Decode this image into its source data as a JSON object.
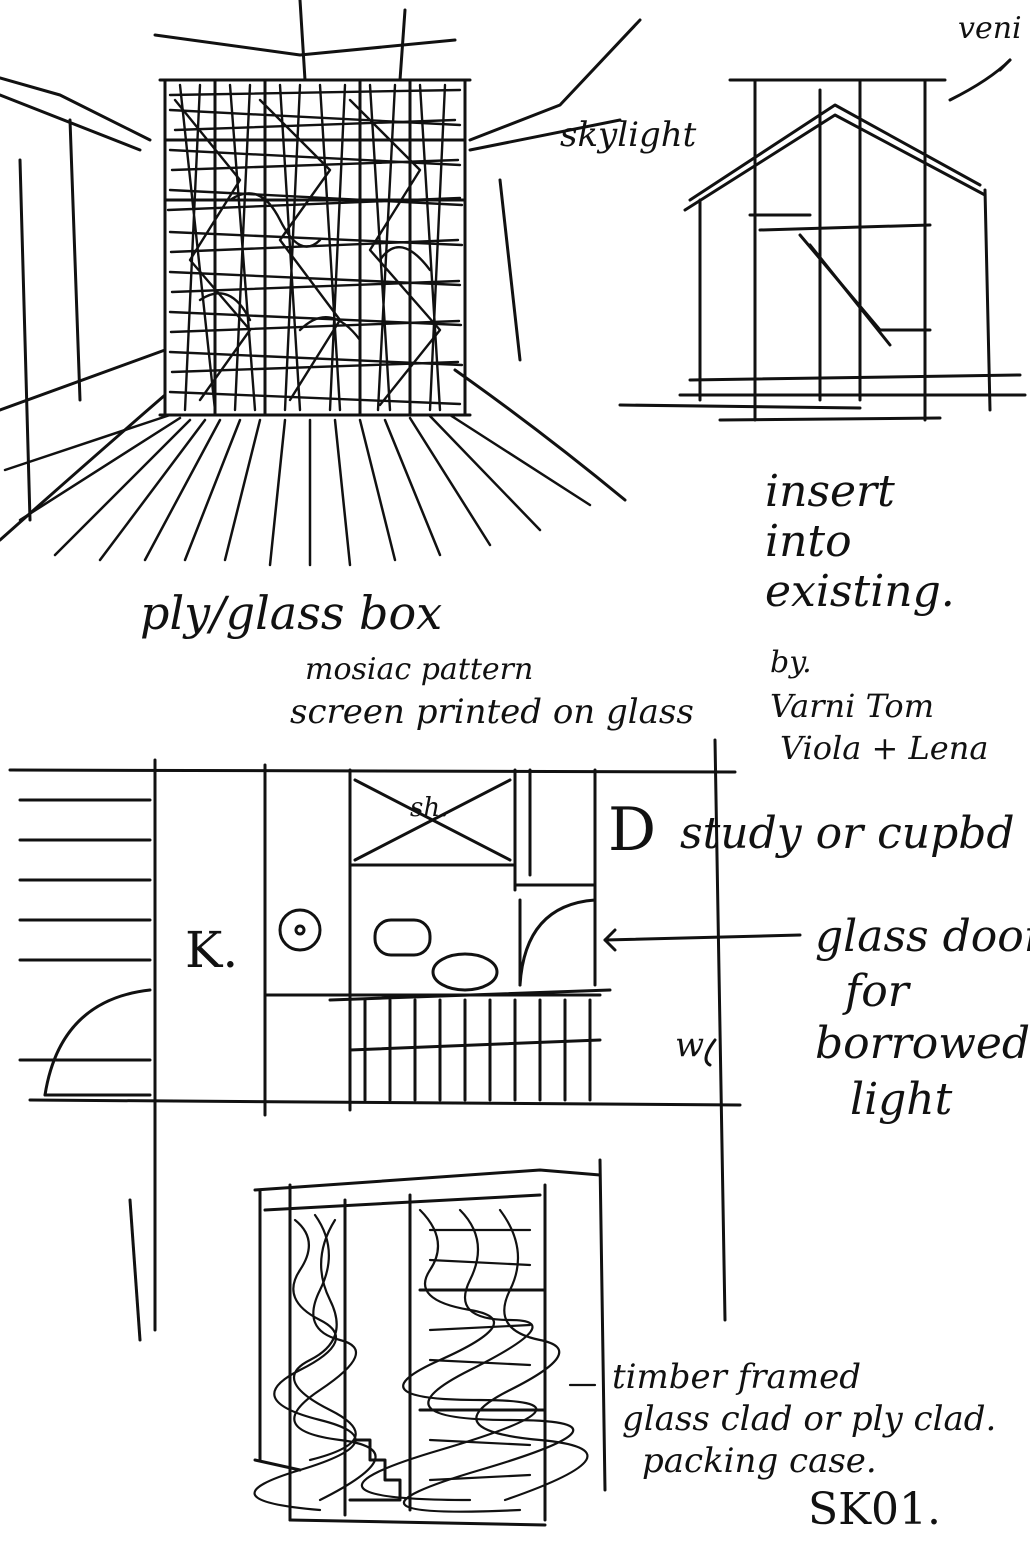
{
  "sketch": {
    "skylight": "skylight",
    "veni": "veni",
    "insert_1": "insert",
    "insert_2": "into",
    "insert_3": "existing.",
    "ply_glass_box": "ply/glass box",
    "mosaic_1": "mosiac pattern",
    "mosaic_2": "screen printed on glass",
    "by_1": "by.",
    "by_2": "Varni Tom",
    "by_3": "Viola + Lena",
    "study": "study or cupbd",
    "plan_D": "D",
    "plan_sh": "sh.",
    "plan_K": "K.",
    "plan_w": "w",
    "glass_1": "glass door",
    "glass_2": "for",
    "glass_3": "borrowed",
    "glass_4": "light",
    "timber_1": "timber framed",
    "timber_2": "glass clad or ply clad.",
    "timber_3": "packing case.",
    "sheet_no": "SK01."
  },
  "ink_color": "#111111"
}
